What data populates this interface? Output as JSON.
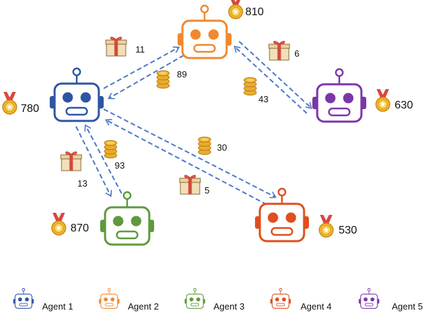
{
  "agents": [
    {
      "id": "a1",
      "score": "780",
      "color": "#2d55a4",
      "eye": "#2d55a4"
    },
    {
      "id": "a2",
      "score": "810",
      "color": "#f0882e",
      "eye": "#f0882e"
    },
    {
      "id": "a3",
      "score": "870",
      "color": "#5e9a3c",
      "eye": "#5e9a3c"
    },
    {
      "id": "a4",
      "score": "530",
      "color": "#e04e1e",
      "eye": "#e04e1e"
    },
    {
      "id": "a5",
      "score": "630",
      "color": "#7b36a8",
      "eye": "#7b36a8"
    }
  ],
  "exchanges": [
    {
      "from": "a1",
      "to": "a2",
      "gift": "11",
      "coins": "89"
    },
    {
      "from": "a2",
      "to": "a5",
      "gift": "6",
      "coins": "43"
    },
    {
      "from": "a1",
      "to": "a3",
      "gift": "13",
      "coins": "93"
    },
    {
      "from": "a1",
      "to": "a4",
      "gift": "5",
      "coins": "30"
    }
  ],
  "legend": [
    {
      "label": "Agent 1",
      "color": "#2d55a4"
    },
    {
      "label": "Agent 2",
      "color": "#f0882e"
    },
    {
      "label": "Agent 3",
      "color": "#5e9a3c"
    },
    {
      "label": "Agent 4",
      "color": "#e04e1e"
    },
    {
      "label": "Agent 5",
      "color": "#7b36a8"
    }
  ],
  "arrow_color": "#4a78c8",
  "icons": {
    "agent": "robot-icon",
    "score": "medal-icon",
    "gift": "gift-box-icon",
    "coins": "coin-stack-icon"
  }
}
